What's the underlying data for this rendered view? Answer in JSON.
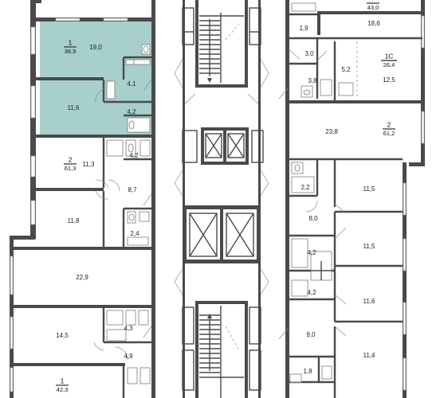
{
  "colors": {
    "highlight": "#a7cfcc",
    "walls": "#4a4a4a",
    "background": "#ffffff"
  },
  "apartments": [
    {
      "number": "1",
      "area": "38,9"
    },
    {
      "number": "2",
      "area": "61,3"
    },
    {
      "number": "1",
      "area": "42,3"
    },
    {
      "number": "",
      "area": "43,0"
    },
    {
      "number": "1С",
      "area": "26,4"
    },
    {
      "number": "2",
      "area": "61,2"
    }
  ],
  "rooms": {
    "l1": "19,0",
    "l2": "4,1",
    "l3": "11,6",
    "l4": "4,2",
    "l5": "4,2",
    "l6": "11,3",
    "l7": "8,7",
    "l8": "11,8",
    "l9": "2,4",
    "l10": "22,9",
    "l11": "4,3",
    "l12": "14,5",
    "l13": "4,9",
    "r1": "1,9",
    "r2": "18,6",
    "r3": "3,0",
    "r4": "5,2",
    "r5": "12,5",
    "r6": "3,8",
    "r7": "23,8",
    "r8": "2,2",
    "r9": "11,5",
    "r10": "8,0",
    "r11": "11,5",
    "r12": "4,2",
    "r13": "4,2",
    "r14": "11,6",
    "r15": "9,0",
    "r16": "11,4",
    "r17": "1,8"
  }
}
